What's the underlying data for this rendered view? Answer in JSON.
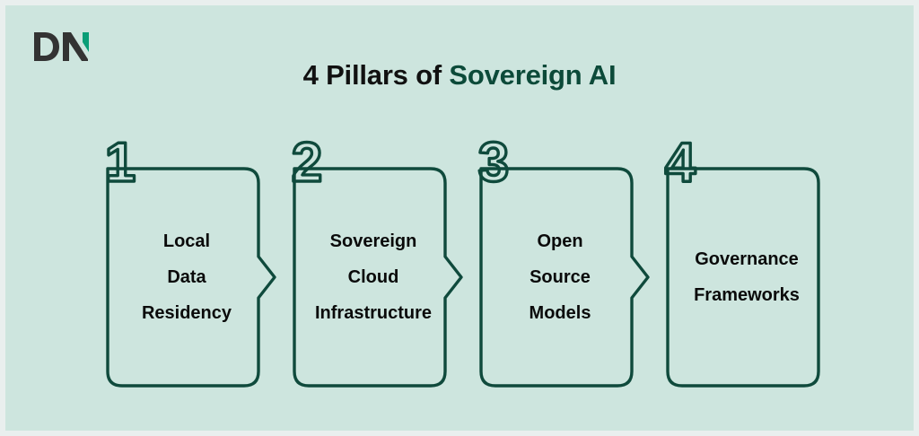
{
  "theme": {
    "background": "#cde5de",
    "frame": "#e9efee",
    "stroke": "#0f4a3c",
    "title_dark": "#111111",
    "title_accent": "#0c4a39",
    "logo_dark": "#333333",
    "logo_accent": "#0a9e77",
    "body_text": "#0a0a0a"
  },
  "logo": {
    "name": "DN",
    "letter_1": "D",
    "letter_2": "N"
  },
  "title": {
    "lead": "4 Pillars of",
    "accent": "Sovereign AI",
    "full": "4 Pillars of Sovereign AI"
  },
  "pillars": [
    {
      "number": "1",
      "lines": [
        "Local",
        "Data",
        "Residency"
      ],
      "has_chevron": true
    },
    {
      "number": "2",
      "lines": [
        "Sovereign",
        "Cloud",
        "Infrastructure"
      ],
      "has_chevron": true
    },
    {
      "number": "3",
      "lines": [
        "Open",
        "Source",
        "Models"
      ],
      "has_chevron": true
    },
    {
      "number": "4",
      "lines": [
        "Governance",
        "Frameworks"
      ],
      "has_chevron": false
    }
  ]
}
